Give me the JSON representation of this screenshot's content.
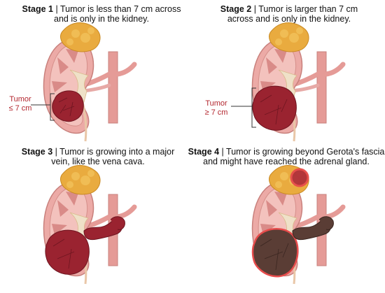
{
  "colors": {
    "kidney_outer": "#ecaaa6",
    "kidney_outline": "#c8807c",
    "pyramid": "#d98b88",
    "fat": "#e9ab3f",
    "vessel": "#e59b97",
    "tumor": "#9a2330",
    "tumor_dark": "#5a3d35",
    "tumor_glow": "#e74c4c",
    "label_red": "#b3262e"
  },
  "panels": [
    {
      "stage": "Stage 1",
      "line1": " | Tumor is less than 7 cm across",
      "line2": "and is only in the kidney.",
      "tumor_label_1": "Tumor",
      "tumor_label_2": "≤ 7 cm"
    },
    {
      "stage": "Stage 2",
      "line1": " | Tumor is larger than 7 cm",
      "line2": "across and is only in the kidney.",
      "tumor_label_1": "Tumor",
      "tumor_label_2": "≥ 7 cm"
    },
    {
      "stage": "Stage 3",
      "line1": " | Tumor is growing into a major",
      "line2": "vein, like the vena cava."
    },
    {
      "stage": "Stage 4",
      "line1": " | Tumor is growing beyond Gerota's fascia",
      "line2": "and might have reached the adrenal gland."
    }
  ]
}
